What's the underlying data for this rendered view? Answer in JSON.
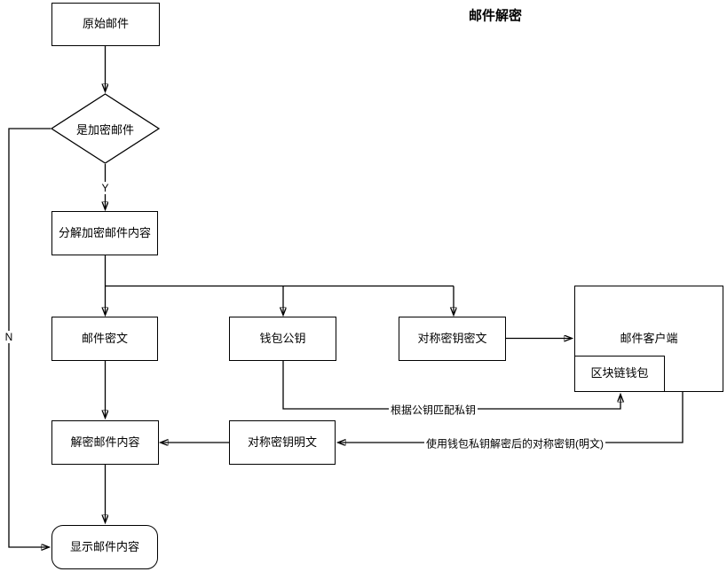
{
  "title": "邮件解密",
  "nodes": {
    "original_mail": {
      "label": "原始邮件"
    },
    "is_encrypted": {
      "label": "是加密邮件"
    },
    "decompose": {
      "label": "分解加密邮件内容"
    },
    "mail_ciphertext": {
      "label": "邮件密文"
    },
    "wallet_pubkey": {
      "label": "钱包公钥"
    },
    "symkey_ciphertext": {
      "label": "对称密钥密文"
    },
    "mail_client": {
      "label": "邮件客户端"
    },
    "blockchain_wallet": {
      "label": "区块链钱包"
    },
    "symkey_plaintext": {
      "label": "对称密钥明文"
    },
    "decrypt_content": {
      "label": "解密邮件内容"
    },
    "display_content": {
      "label": "显示邮件内容"
    }
  },
  "edge_labels": {
    "yes": "Y",
    "no": "N",
    "match_key": "根据公钥匹配私钥",
    "decrypted_symkey": "使用钱包私钥解密后的对称密钥(明文)"
  },
  "colors": {
    "stroke": "#000000",
    "background": "#ffffff"
  }
}
